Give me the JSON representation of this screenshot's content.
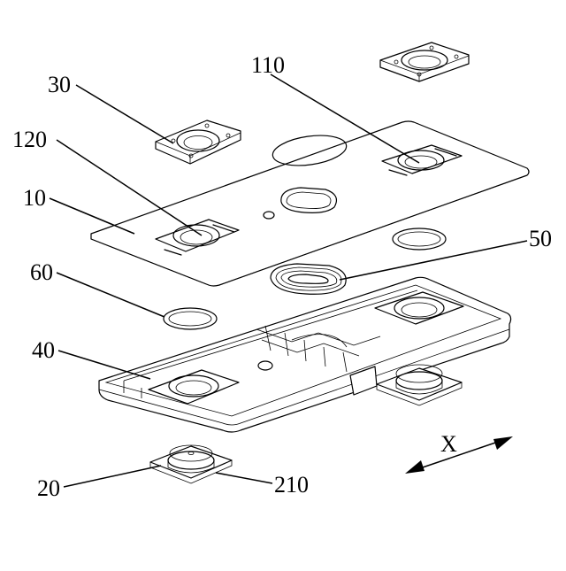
{
  "labels": {
    "l30": "30",
    "l110": "110",
    "l120": "120",
    "l10": "10",
    "l50": "50",
    "l60": "60",
    "l40": "40",
    "lX": "X",
    "l20": "20",
    "l210": "210"
  },
  "colors": {
    "ink": "#000000",
    "paper": "#ffffff"
  }
}
